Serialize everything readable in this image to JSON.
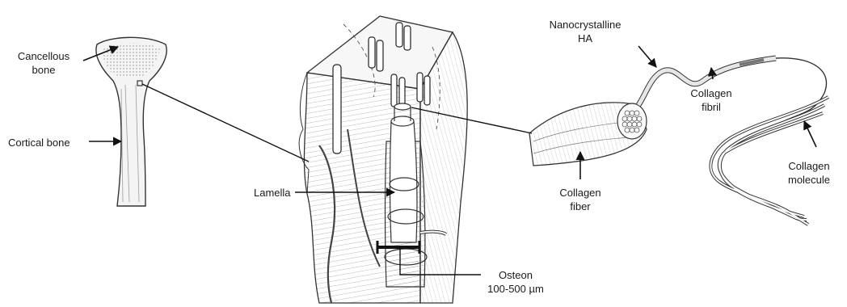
{
  "labels": {
    "cancellous_bone": [
      "Cancellous",
      "bone"
    ],
    "cortical_bone": "Cortical bone",
    "lamella": "Lamella",
    "osteon": [
      "Osteon",
      "100-500 µm"
    ],
    "nanocrystalline_ha": [
      "Nanocrystalline",
      "HA"
    ],
    "collagen_fibril": [
      "Collagen",
      "fibril"
    ],
    "collagen_molecule": [
      "Collagen",
      "molecule"
    ],
    "collagen_fiber": [
      "Collagen",
      "fiber"
    ]
  }
}
